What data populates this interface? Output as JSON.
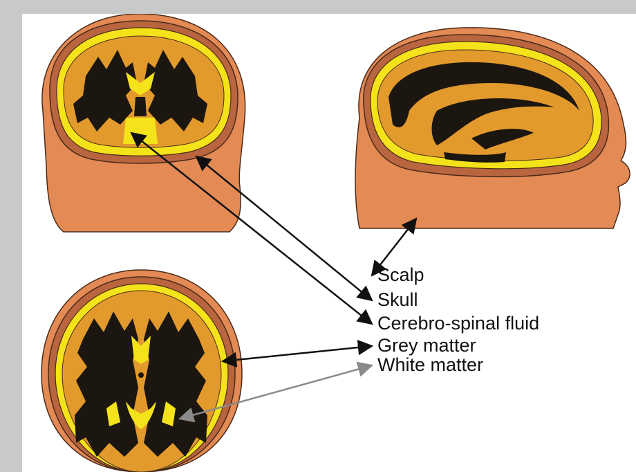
{
  "legend": {
    "scalp": "Scalp",
    "skull": "Skull",
    "csf": "Cerebro-spinal fluid",
    "grey_matter": "Grey matter",
    "white_matter": "White matter"
  },
  "colors": {
    "background": "#c8c9c9",
    "scalp": "#e38a55",
    "skull": "#b9653f",
    "csf": "#f4e21a",
    "grey_matter": "#e39a2c",
    "white_matter": "#1c1610",
    "outline": "#4a2a18",
    "arrow_black": "#111111",
    "arrow_grey": "#8a8a8a"
  },
  "views": [
    "coronal-slice",
    "sagittal-slice",
    "axial-slice"
  ]
}
